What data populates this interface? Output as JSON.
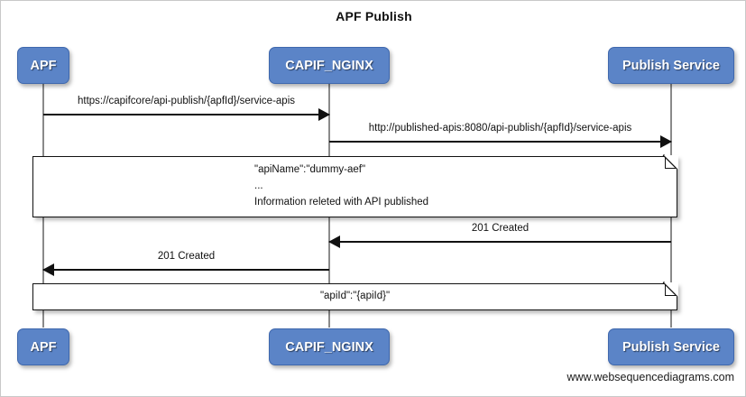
{
  "diagram": {
    "title": "APF Publish",
    "footer_credit": "www.websequencediagrams.com",
    "accent_color": "#5b84c7",
    "line_color": "#111111",
    "lifeline_color": "#8a8a8a"
  },
  "participants": [
    {
      "id": "apf",
      "label": "APF"
    },
    {
      "id": "capif_nginx",
      "label": "CAPIF_NGINX"
    },
    {
      "id": "publish_service",
      "label": "Publish Service"
    }
  ],
  "messages": [
    {
      "id": "msg-1",
      "label": "https://capifcore/api-publish/{apfId}/service-apis",
      "from": "APF",
      "to": "CAPIF_NGINX",
      "direction": "right"
    },
    {
      "id": "msg-2",
      "label": "http://published-apis:8080/api-publish/{apfId}/service-apis",
      "from": "CAPIF_NGINX",
      "to": "Publish Service",
      "direction": "right"
    },
    {
      "id": "msg-3",
      "label": "201 Created",
      "from": "Publish Service",
      "to": "CAPIF_NGINX",
      "direction": "left"
    },
    {
      "id": "msg-4",
      "label": "201 Created",
      "from": "CAPIF_NGINX",
      "to": "APF",
      "direction": "left"
    }
  ],
  "notes": [
    {
      "id": "note-1",
      "lines": [
        "\"apiName\":\"dummy-aef\"",
        "...",
        "Information releted with API published"
      ]
    },
    {
      "id": "note-2",
      "lines": [
        "\"apiId\":\"{apiId}\""
      ]
    }
  ]
}
